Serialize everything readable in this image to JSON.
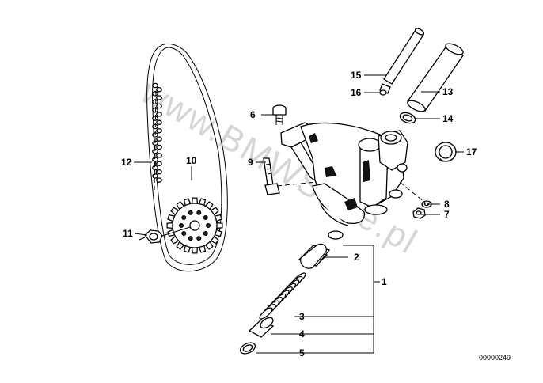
{
  "watermark": "www.BMWStore.pl",
  "reference_number": "00000249",
  "callouts": [
    {
      "id": "1",
      "name": "oil-pump-assembly"
    },
    {
      "id": "2",
      "name": "relief-valve-piston"
    },
    {
      "id": "3",
      "name": "compression-spring"
    },
    {
      "id": "4",
      "name": "sleeve"
    },
    {
      "id": "5",
      "name": "snap-ring"
    },
    {
      "id": "6",
      "name": "screw-plug"
    },
    {
      "id": "7",
      "name": "hex-nut"
    },
    {
      "id": "8",
      "name": "washer"
    },
    {
      "id": "9",
      "name": "hex-bolt"
    },
    {
      "id": "10",
      "name": "sprocket"
    },
    {
      "id": "11",
      "name": "collar-nut"
    },
    {
      "id": "12",
      "name": "roller-chain"
    },
    {
      "id": "13",
      "name": "pipe"
    },
    {
      "id": "14",
      "name": "o-ring"
    },
    {
      "id": "15",
      "name": "dowel-sleeve"
    },
    {
      "id": "16",
      "name": "o-ring-small"
    },
    {
      "id": "17",
      "name": "gasket-ring"
    }
  ]
}
